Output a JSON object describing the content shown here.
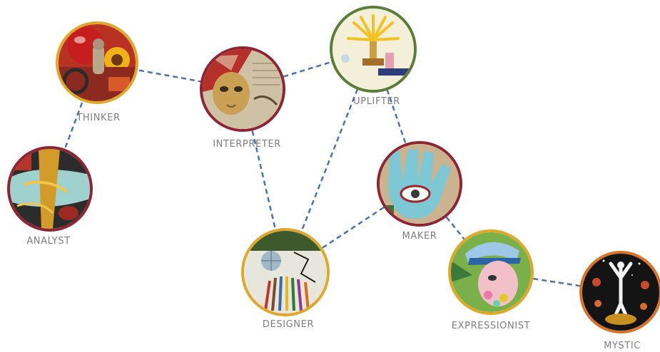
{
  "diagram": {
    "nodes": [
      {
        "id": "thinker",
        "label": "THINKER",
        "icon": "thinker-collage-icon",
        "border": "#e0a82a"
      },
      {
        "id": "interpreter",
        "label": "INTERPRETER",
        "icon": "interpreter-mask-icon",
        "border": "#8f2432"
      },
      {
        "id": "uplifter",
        "label": "UPLIFTER",
        "icon": "uplifter-sun-icon",
        "border": "#5a7e3a"
      },
      {
        "id": "analyst",
        "label": "ANALYST",
        "icon": "analyst-collage-icon",
        "border": "#8f2432"
      },
      {
        "id": "maker",
        "label": "MAKER",
        "icon": "maker-hand-eye-icon",
        "border": "#8f2432"
      },
      {
        "id": "designer",
        "label": "DESIGNER",
        "icon": "designer-pencils-icon",
        "border": "#e0a82a"
      },
      {
        "id": "expressionist",
        "label": "EXPRESSIONIST",
        "icon": "expressionist-face-icon",
        "border": "#e0a82a"
      },
      {
        "id": "mystic",
        "label": "MYSTIC",
        "icon": "mystic-figure-icon",
        "border": "#d8732b"
      }
    ],
    "edges": [
      [
        "thinker",
        "interpreter"
      ],
      [
        "thinker",
        "analyst"
      ],
      [
        "interpreter",
        "uplifter"
      ],
      [
        "interpreter",
        "designer"
      ],
      [
        "uplifter",
        "designer"
      ],
      [
        "uplifter",
        "maker"
      ],
      [
        "maker",
        "designer"
      ],
      [
        "maker",
        "expressionist"
      ],
      [
        "expressionist",
        "mystic"
      ]
    ],
    "edge_color": "#4a72b0"
  }
}
